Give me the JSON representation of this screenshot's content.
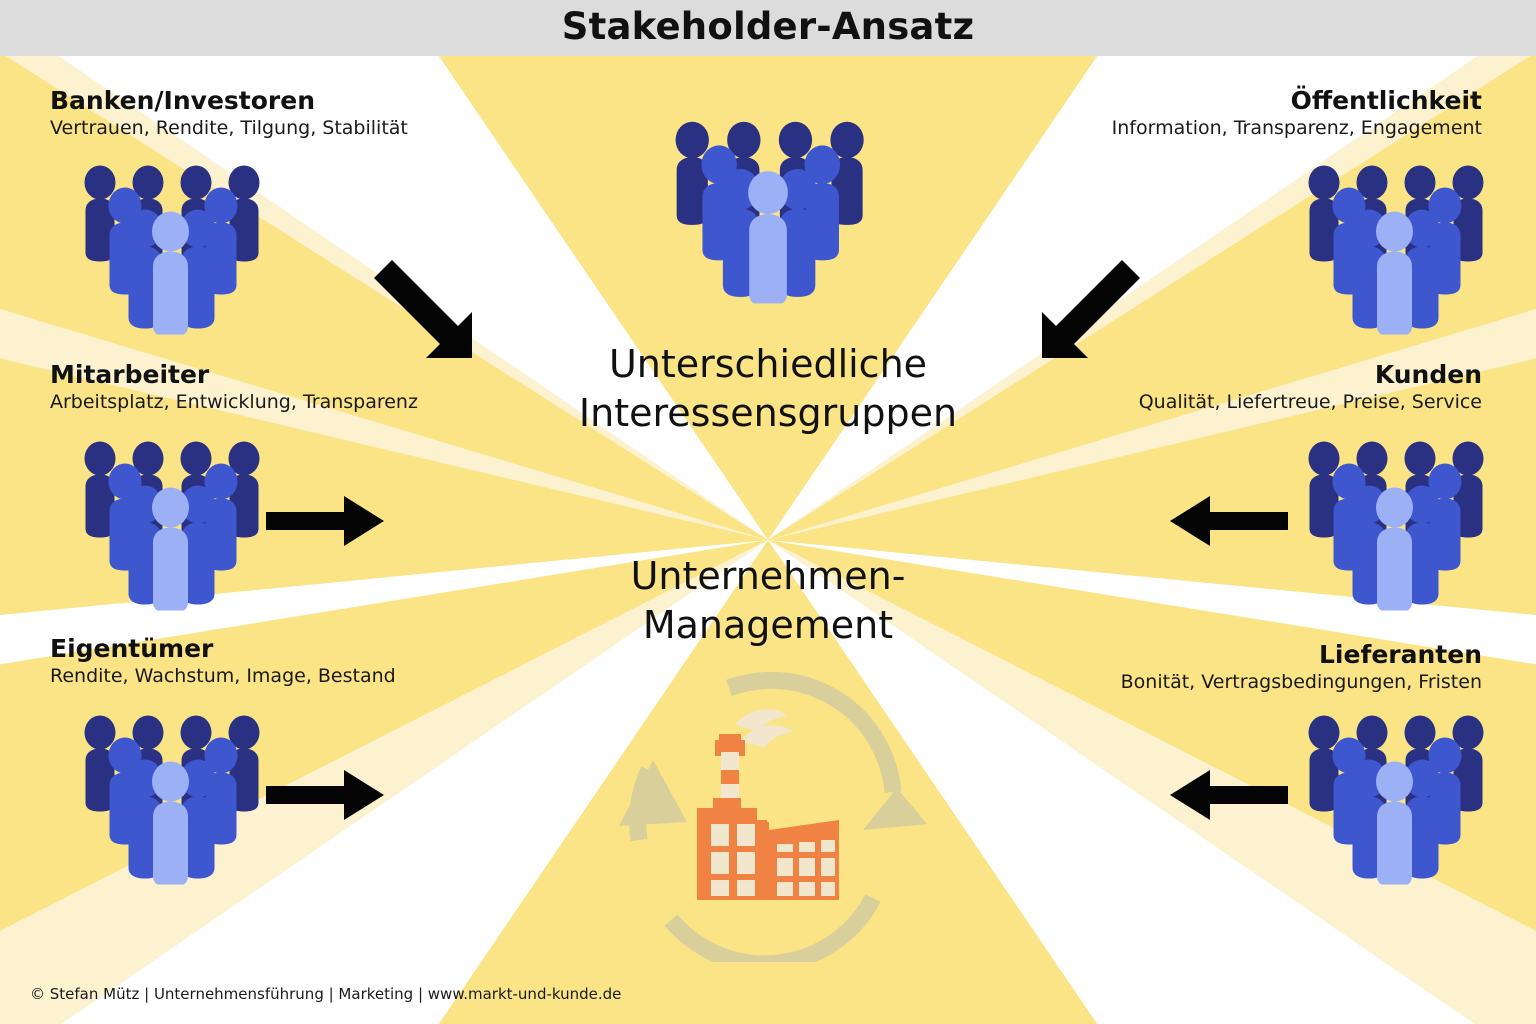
{
  "header": {
    "title": "Stakeholder-Ansatz",
    "bar_color": "#dcdcdc"
  },
  "palette": {
    "ray_strong": "#fae486",
    "ray_soft": "#fdf2d0",
    "background": "#ffffff",
    "figure_dark": "#2a3182",
    "figure_mid": "#3f57ce",
    "figure_light": "#9bb0f5",
    "factory_orange": "#f08243",
    "factory_cream": "#f2e6cd",
    "cycle_arrow": "#d9cf9a",
    "arrow_black": "#050505",
    "text": "#111111"
  },
  "center": {
    "top_caption_line1": "Unterschiedliche",
    "top_caption_line2": "Interessensgruppen",
    "bottom_caption_line1": "Unternehmen-",
    "bottom_caption_line2": "Management",
    "top_icon": "people-group-icon",
    "bottom_icon": "factory-cycle-icon"
  },
  "stakeholders": [
    {
      "id": "banken-investoren",
      "title": "Banken/Investoren",
      "subtitle": "Vertrauen, Rendite, Tilgung, Stabilität",
      "side": "left",
      "icon": "people-group-icon",
      "arrow": "arrow-down-right-icon"
    },
    {
      "id": "mitarbeiter",
      "title": "Mitarbeiter",
      "subtitle": "Arbeitsplatz, Entwicklung, Transparenz",
      "side": "left",
      "icon": "people-group-icon",
      "arrow": "arrow-right-icon"
    },
    {
      "id": "eigentuemer",
      "title": "Eigentümer",
      "subtitle": "Rendite, Wachstum, Image, Bestand",
      "side": "left",
      "icon": "people-group-icon",
      "arrow": "arrow-right-icon"
    },
    {
      "id": "oeffentlichkeit",
      "title": "Öffentlichkeit",
      "subtitle": "Information, Transparenz, Engagement",
      "side": "right",
      "icon": "people-group-icon",
      "arrow": "arrow-down-left-icon"
    },
    {
      "id": "kunden",
      "title": "Kunden",
      "subtitle": "Qualität, Liefertreue, Preise, Service",
      "side": "right",
      "icon": "people-group-icon",
      "arrow": "arrow-left-icon"
    },
    {
      "id": "lieferanten",
      "title": "Lieferanten",
      "subtitle": "Bonität, Vertragsbedingungen, Fristen",
      "side": "right",
      "icon": "people-group-icon",
      "arrow": "arrow-left-icon"
    }
  ],
  "footer": {
    "credit": "© Stefan Mütz | Unternehmensführung | Marketing |  www.markt-und-kunde.de"
  }
}
